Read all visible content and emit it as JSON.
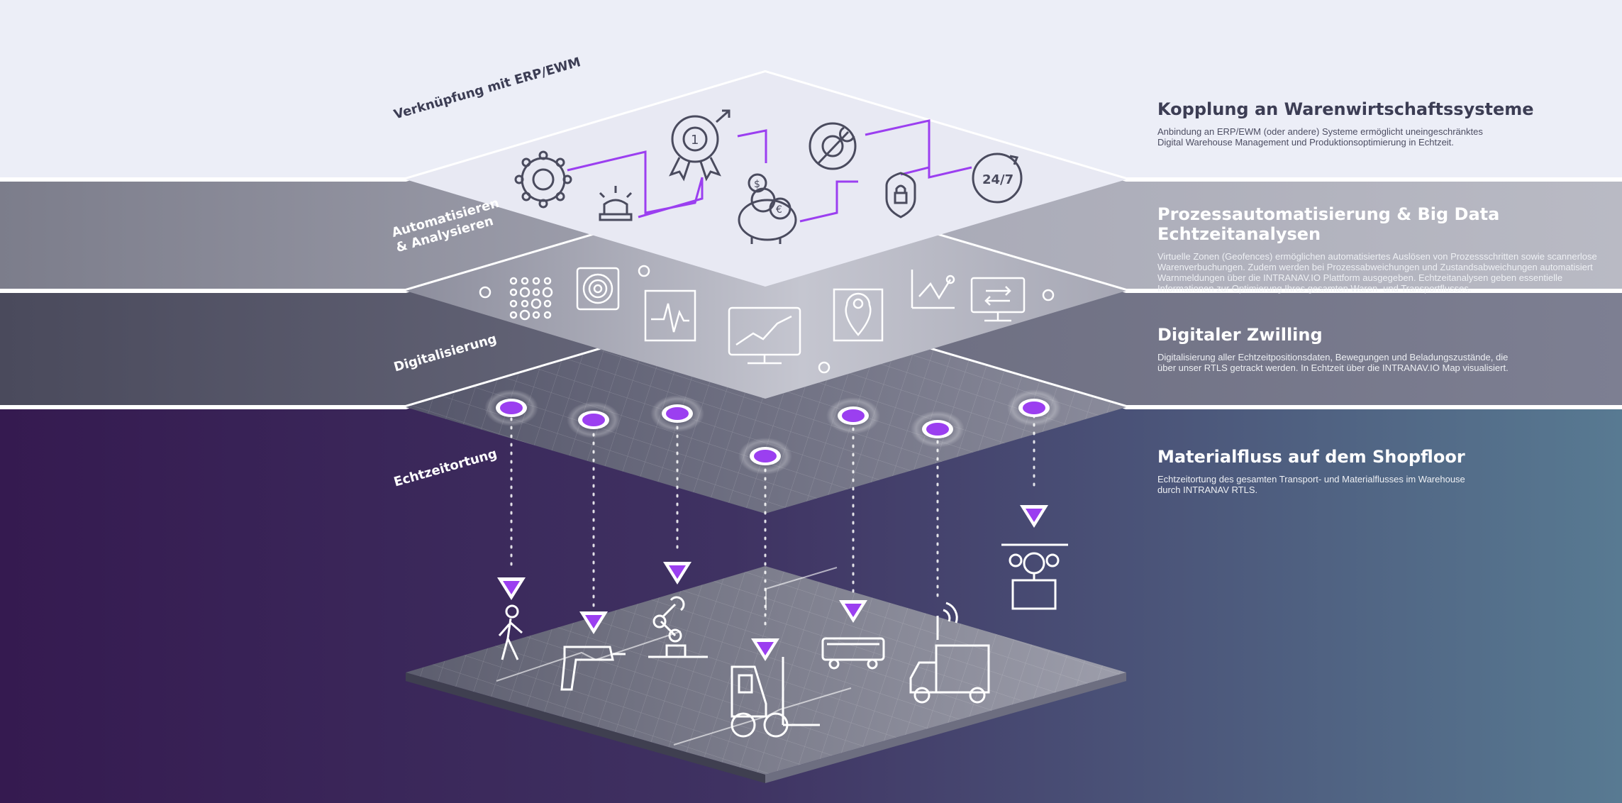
{
  "bands": [
    {
      "title": "Kopplung an Warenwirtschaftssysteme",
      "desc_1": "Anbindung an ERP/EWM (oder andere) Systeme ermöglicht uneingeschränktes",
      "desc_2": "Digital Warehouse Management und Produktionsoptimierung in Echtzeit."
    },
    {
      "title": "Prozessautomatisierung & Big Data Echtzeitanalysen",
      "desc_1": "Virtuelle Zonen (Geofences) ermöglichen automatisiertes Auslösen von Prozessschritten sowie scannerlose",
      "desc_2": "Warenverbuchungen. Zudem werden bei Prozessabweichungen und Zustandsabweichungen automatisiert",
      "desc_3": "Warnmeldungen über die INTRANAV.IO Plattform ausgegeben. Echtzeitanalysen geben essentielle",
      "desc_4": "Informationen zur Optimierung Ihres gesamten Waren- und Transportflusses."
    },
    {
      "title": "Digitaler Zwilling",
      "desc_1": "Digitalisierung aller Echtzeitpositionsdaten, Bewegungen und Beladungszustände, die",
      "desc_2": "über unser RTLS getrackt werden. In Echtzeit über die INTRANAV.IO Map visualisiert."
    },
    {
      "title": "Materialfluss auf dem Shopfloor",
      "desc_1": "Echtzeitortung des gesamten Transport- und Materialflusses im Warehouse",
      "desc_2": "durch INTRANAV RTLS."
    }
  ],
  "layer_tags": {
    "erp": "Verknüpfung mit ERP/EWM",
    "automate_1": "Automatisieren",
    "automate_2": "& Analysieren",
    "digital": "Digitalisierung",
    "rtls": "Echtzeitortung"
  },
  "icon_ring_label": "24/7",
  "icons": {
    "erp_layer": [
      "gear-icon",
      "alarm-light-icon",
      "award-medal-icon",
      "piggy-bank-coins-icon",
      "wrench-gear-icon",
      "shield-lock-icon",
      "clock-24-7-icon"
    ],
    "analytics_layer": [
      "dot-matrix-icon",
      "fingerprint-scan-icon",
      "signal-chart-icon",
      "line-chart-monitor-icon",
      "map-pin-icon",
      "scatter-chart-icon",
      "transfer-monitor-icon"
    ],
    "shopfloor": [
      "walking-person-icon",
      "drill-tool-icon",
      "robot-arm-icon",
      "forklift-icon",
      "conveyor-icon",
      "truck-icon",
      "drone-icon"
    ]
  },
  "colors": {
    "accent_purple": "#9b3ff0",
    "page_top": "#eceef7",
    "deep_purple": "#351a50",
    "slate_blue": "#5a7890"
  }
}
